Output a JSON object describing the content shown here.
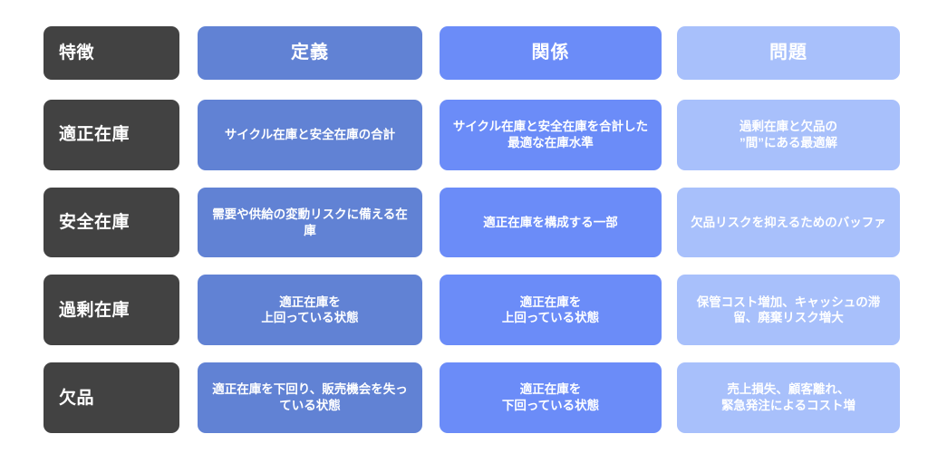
{
  "theme": {
    "background": "#ffffff",
    "label_column_color": "#424242",
    "definition_column_color": "#6182d4",
    "relation_column_color": "#6b8cf8",
    "problem_column_color": "#a8c0fb",
    "text_color": "#ffffff"
  },
  "table": {
    "headers": {
      "label": "特徴",
      "definition": "定義",
      "relation": "関係",
      "problem": "問題"
    },
    "rows": [
      {
        "label": "適正在庫",
        "definition": "サイクル在庫と安全在庫の合計",
        "relation": "サイクル在庫と安全在庫を合計した最適な在庫水準",
        "problem": "過剰在庫と欠品の\n”間”にある最適解"
      },
      {
        "label": "安全在庫",
        "definition": "需要や供給の変動リスクに備える在庫",
        "relation": "適正在庫を構成する一部",
        "problem": "欠品リスクを抑えるためのバッファ"
      },
      {
        "label": "過剰在庫",
        "definition": "適正在庫を\n上回っている状態",
        "relation": "適正在庫を\n上回っている状態",
        "problem": "保管コスト増加、キャッシュの滞留、廃棄リスク増大"
      },
      {
        "label": "欠品",
        "definition": "適正在庫を下回り、販売機会を失っている状態",
        "relation": "適正在庫を\n下回っている状態",
        "problem": "売上損失、顧客離れ、\n緊急発注によるコスト増"
      }
    ]
  }
}
